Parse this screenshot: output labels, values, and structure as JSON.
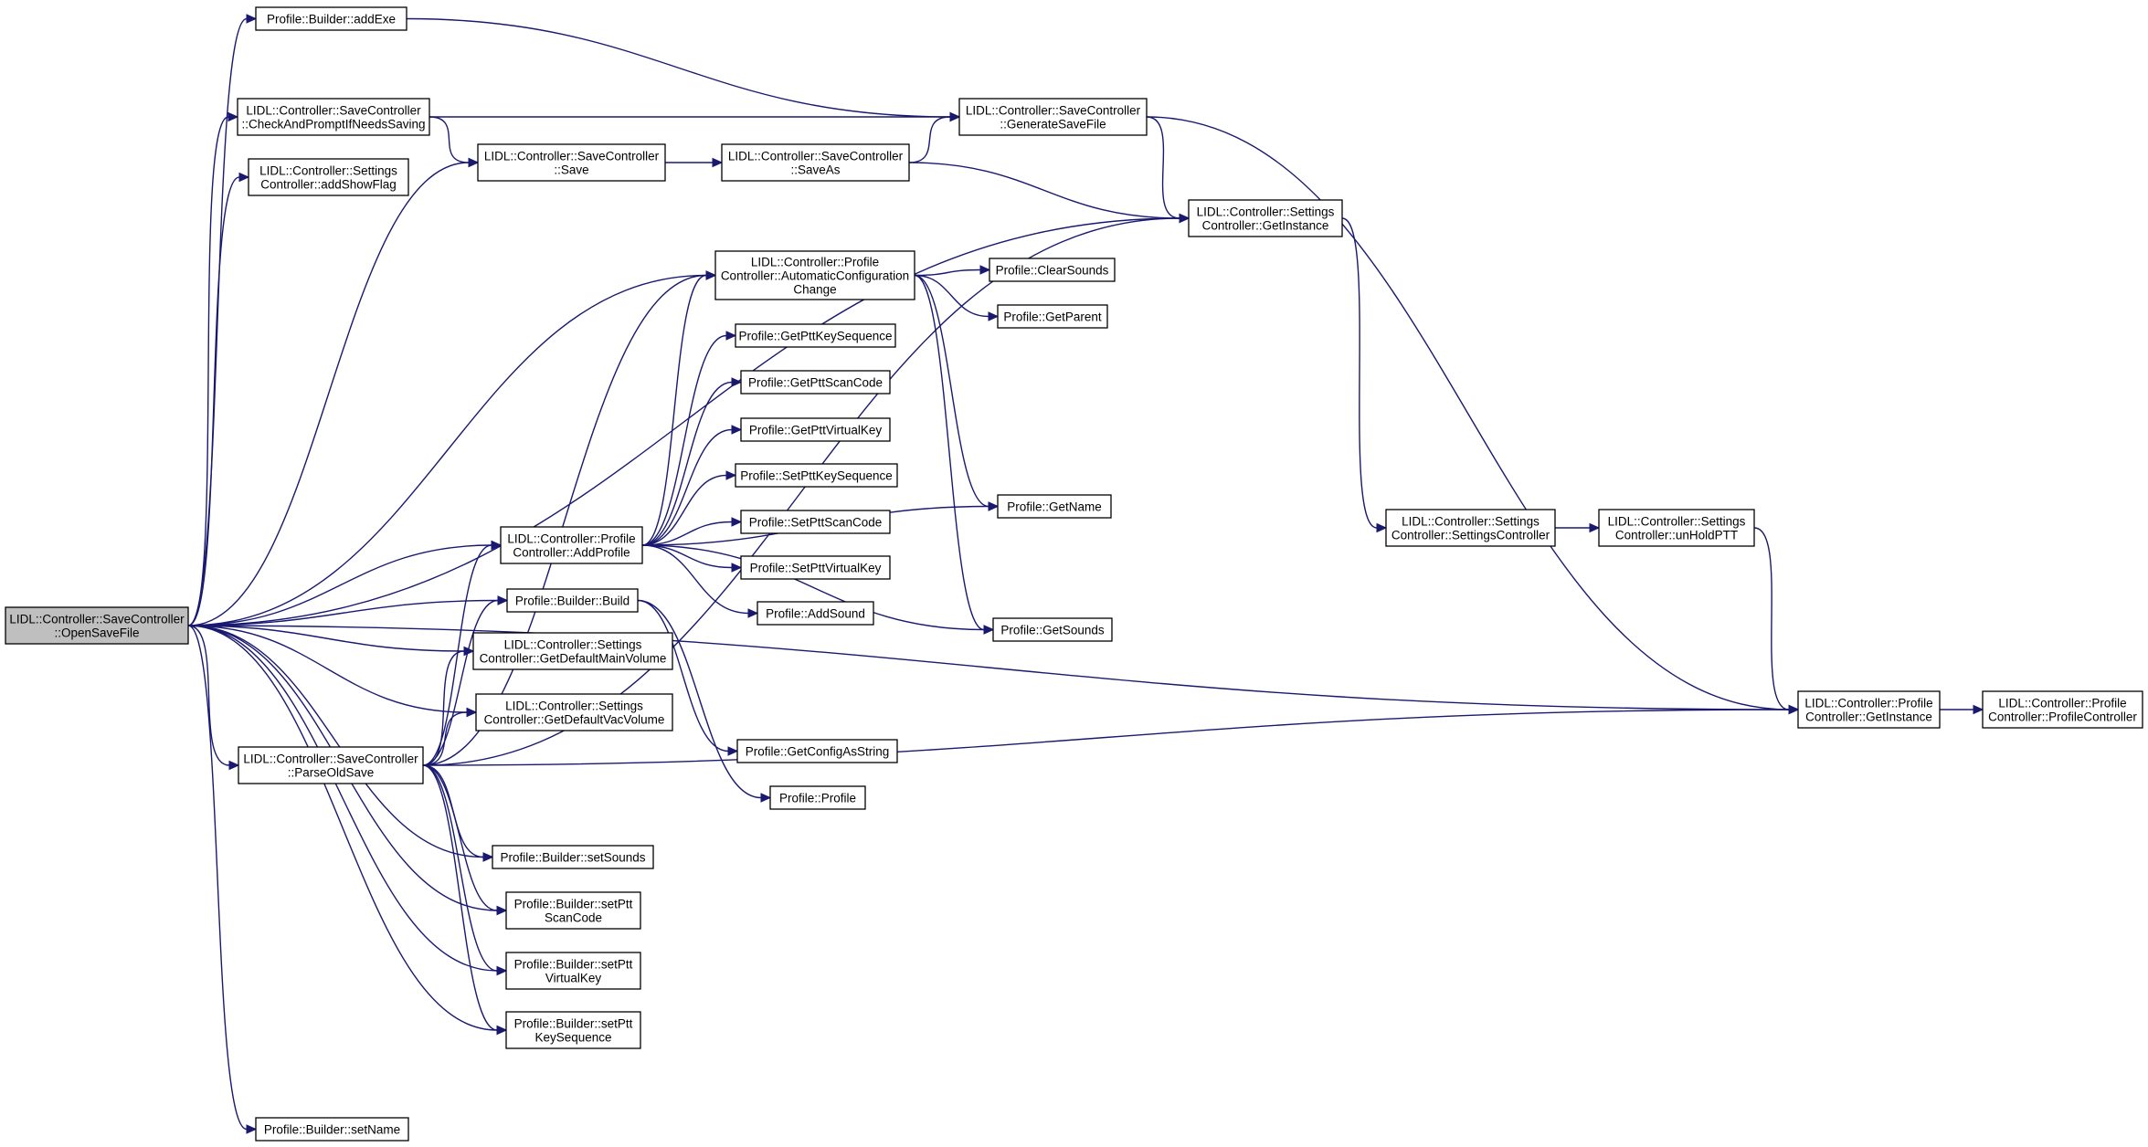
{
  "colors": {
    "edge": "#191970",
    "root_fill": "#bfbfbf",
    "node_fill": "#ffffff",
    "node_border": "#000000"
  },
  "nodes": [
    {
      "id": "root",
      "lines": [
        "LIDL::Controller::SaveController",
        "::OpenSaveFile"
      ]
    },
    {
      "id": "addExe",
      "lines": [
        "Profile::Builder::addExe"
      ]
    },
    {
      "id": "checkPrompt",
      "lines": [
        "LIDL::Controller::SaveController",
        "::CheckAndPromptIfNeedsSaving"
      ]
    },
    {
      "id": "addShowFlag",
      "lines": [
        "LIDL::Controller::Settings",
        "Controller::addShowFlag"
      ]
    },
    {
      "id": "save",
      "lines": [
        "LIDL::Controller::SaveController",
        "::Save"
      ]
    },
    {
      "id": "saveAs",
      "lines": [
        "LIDL::Controller::SaveController",
        "::SaveAs"
      ]
    },
    {
      "id": "genSave",
      "lines": [
        "LIDL::Controller::SaveController",
        "::GenerateSaveFile"
      ]
    },
    {
      "id": "settingsGetInstance",
      "lines": [
        "LIDL::Controller::Settings",
        "Controller::GetInstance"
      ]
    },
    {
      "id": "autoConfig",
      "lines": [
        "LIDL::Controller::Profile",
        "Controller::AutomaticConfiguration",
        "Change"
      ]
    },
    {
      "id": "clearSounds",
      "lines": [
        "Profile::ClearSounds"
      ]
    },
    {
      "id": "getParent",
      "lines": [
        "Profile::GetParent"
      ]
    },
    {
      "id": "getPttKeySeq",
      "lines": [
        "Profile::GetPttKeySequence"
      ]
    },
    {
      "id": "getPttScanCode",
      "lines": [
        "Profile::GetPttScanCode"
      ]
    },
    {
      "id": "getPttVirtualKey",
      "lines": [
        "Profile::GetPttVirtualKey"
      ]
    },
    {
      "id": "setPttKeySeq",
      "lines": [
        "Profile::SetPttKeySequence"
      ]
    },
    {
      "id": "setPttScanCode",
      "lines": [
        "Profile::SetPttScanCode"
      ]
    },
    {
      "id": "setPttVirtualKey",
      "lines": [
        "Profile::SetPttVirtualKey"
      ]
    },
    {
      "id": "addSound",
      "lines": [
        "Profile::AddSound"
      ]
    },
    {
      "id": "getName",
      "lines": [
        "Profile::GetName"
      ]
    },
    {
      "id": "getSounds",
      "lines": [
        "Profile::GetSounds"
      ]
    },
    {
      "id": "addProfile",
      "lines": [
        "LIDL::Controller::Profile",
        "Controller::AddProfile"
      ]
    },
    {
      "id": "builderBuild",
      "lines": [
        "Profile::Builder::Build"
      ]
    },
    {
      "id": "getDefMainVol",
      "lines": [
        "LIDL::Controller::Settings",
        "Controller::GetDefaultMainVolume"
      ]
    },
    {
      "id": "getDefVacVol",
      "lines": [
        "LIDL::Controller::Settings",
        "Controller::GetDefaultVacVolume"
      ]
    },
    {
      "id": "getConfigAsString",
      "lines": [
        "Profile::GetConfigAsString"
      ]
    },
    {
      "id": "profileCtor",
      "lines": [
        "Profile::Profile"
      ]
    },
    {
      "id": "parseOldSave",
      "lines": [
        "LIDL::Controller::SaveController",
        "::ParseOldSave"
      ]
    },
    {
      "id": "setSounds",
      "lines": [
        "Profile::Builder::setSounds"
      ]
    },
    {
      "id": "setPttScanCodeB",
      "lines": [
        "Profile::Builder::setPtt",
        "ScanCode"
      ]
    },
    {
      "id": "setPttVirtualKeyB",
      "lines": [
        "Profile::Builder::setPtt",
        "VirtualKey"
      ]
    },
    {
      "id": "setPttKeySeqB",
      "lines": [
        "Profile::Builder::setPtt",
        "KeySequence"
      ]
    },
    {
      "id": "setName",
      "lines": [
        "Profile::Builder::setName"
      ]
    },
    {
      "id": "settingsCtor",
      "lines": [
        "LIDL::Controller::Settings",
        "Controller::SettingsController"
      ]
    },
    {
      "id": "unHoldPTT",
      "lines": [
        "LIDL::Controller::Settings",
        "Controller::unHoldPTT"
      ]
    },
    {
      "id": "profileGetInstance",
      "lines": [
        "LIDL::Controller::Profile",
        "Controller::GetInstance"
      ]
    },
    {
      "id": "profileCtorCtl",
      "lines": [
        "LIDL::Controller::Profile",
        "Controller::ProfileController"
      ]
    }
  ],
  "edges": [
    [
      "root",
      "addExe"
    ],
    [
      "root",
      "checkPrompt"
    ],
    [
      "root",
      "addShowFlag"
    ],
    [
      "root",
      "save"
    ],
    [
      "root",
      "settingsGetInstance"
    ],
    [
      "root",
      "autoConfig"
    ],
    [
      "root",
      "addProfile"
    ],
    [
      "root",
      "builderBuild"
    ],
    [
      "root",
      "getDefMainVol"
    ],
    [
      "root",
      "getDefVacVol"
    ],
    [
      "root",
      "parseOldSave"
    ],
    [
      "root",
      "setSounds"
    ],
    [
      "root",
      "setPttScanCodeB"
    ],
    [
      "root",
      "setPttVirtualKeyB"
    ],
    [
      "root",
      "setPttKeySeqB"
    ],
    [
      "root",
      "setName"
    ],
    [
      "root",
      "profileGetInstance"
    ],
    [
      "addExe",
      "genSave"
    ],
    [
      "checkPrompt",
      "genSave"
    ],
    [
      "checkPrompt",
      "save"
    ],
    [
      "save",
      "saveAs"
    ],
    [
      "saveAs",
      "genSave"
    ],
    [
      "saveAs",
      "settingsGetInstance"
    ],
    [
      "genSave",
      "settingsGetInstance"
    ],
    [
      "genSave",
      "profileGetInstance"
    ],
    [
      "settingsGetInstance",
      "settingsCtor"
    ],
    [
      "settingsCtor",
      "unHoldPTT"
    ],
    [
      "unHoldPTT",
      "profileGetInstance"
    ],
    [
      "profileGetInstance",
      "profileCtorCtl"
    ],
    [
      "autoConfig",
      "clearSounds"
    ],
    [
      "autoConfig",
      "getParent"
    ],
    [
      "autoConfig",
      "getName"
    ],
    [
      "autoConfig",
      "getSounds"
    ],
    [
      "addProfile",
      "autoConfig"
    ],
    [
      "addProfile",
      "getPttKeySeq"
    ],
    [
      "addProfile",
      "getPttScanCode"
    ],
    [
      "addProfile",
      "getPttVirtualKey"
    ],
    [
      "addProfile",
      "setPttKeySeq"
    ],
    [
      "addProfile",
      "setPttScanCode"
    ],
    [
      "addProfile",
      "setPttVirtualKey"
    ],
    [
      "addProfile",
      "addSound"
    ],
    [
      "addProfile",
      "getName"
    ],
    [
      "addProfile",
      "getSounds"
    ],
    [
      "builderBuild",
      "getConfigAsString"
    ],
    [
      "builderBuild",
      "profileCtor"
    ],
    [
      "parseOldSave",
      "autoConfig"
    ],
    [
      "parseOldSave",
      "addProfile"
    ],
    [
      "parseOldSave",
      "builderBuild"
    ],
    [
      "parseOldSave",
      "getDefMainVol"
    ],
    [
      "parseOldSave",
      "getDefVacVol"
    ],
    [
      "parseOldSave",
      "settingsGetInstance"
    ],
    [
      "parseOldSave",
      "setSounds"
    ],
    [
      "parseOldSave",
      "setPttScanCodeB"
    ],
    [
      "parseOldSave",
      "setPttVirtualKeyB"
    ],
    [
      "parseOldSave",
      "setPttKeySeqB"
    ],
    [
      "parseOldSave",
      "profileGetInstance"
    ]
  ]
}
